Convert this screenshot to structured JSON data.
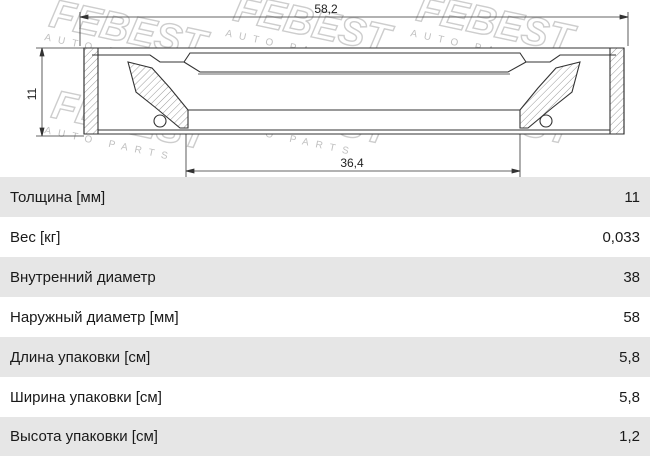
{
  "drawing": {
    "outer_diameter_label": "58,2",
    "inner_diameter_label": "36,4",
    "height_label": "11",
    "watermark_brand": "FEBEST",
    "watermark_sub": "AUTO PARTS"
  },
  "specs": [
    {
      "label": "Толщина [мм]",
      "value": "11"
    },
    {
      "label": "Вес [кг]",
      "value": "0,033"
    },
    {
      "label": "Внутренний диаметр",
      "value": "38"
    },
    {
      "label": "Наружный диаметр [мм]",
      "value": "58"
    },
    {
      "label": "Длина упаковки [см]",
      "value": "5,8"
    },
    {
      "label": "Ширина упаковки [см]",
      "value": "5,8"
    },
    {
      "label": "Высота упаковки [см]",
      "value": "1,2"
    }
  ]
}
